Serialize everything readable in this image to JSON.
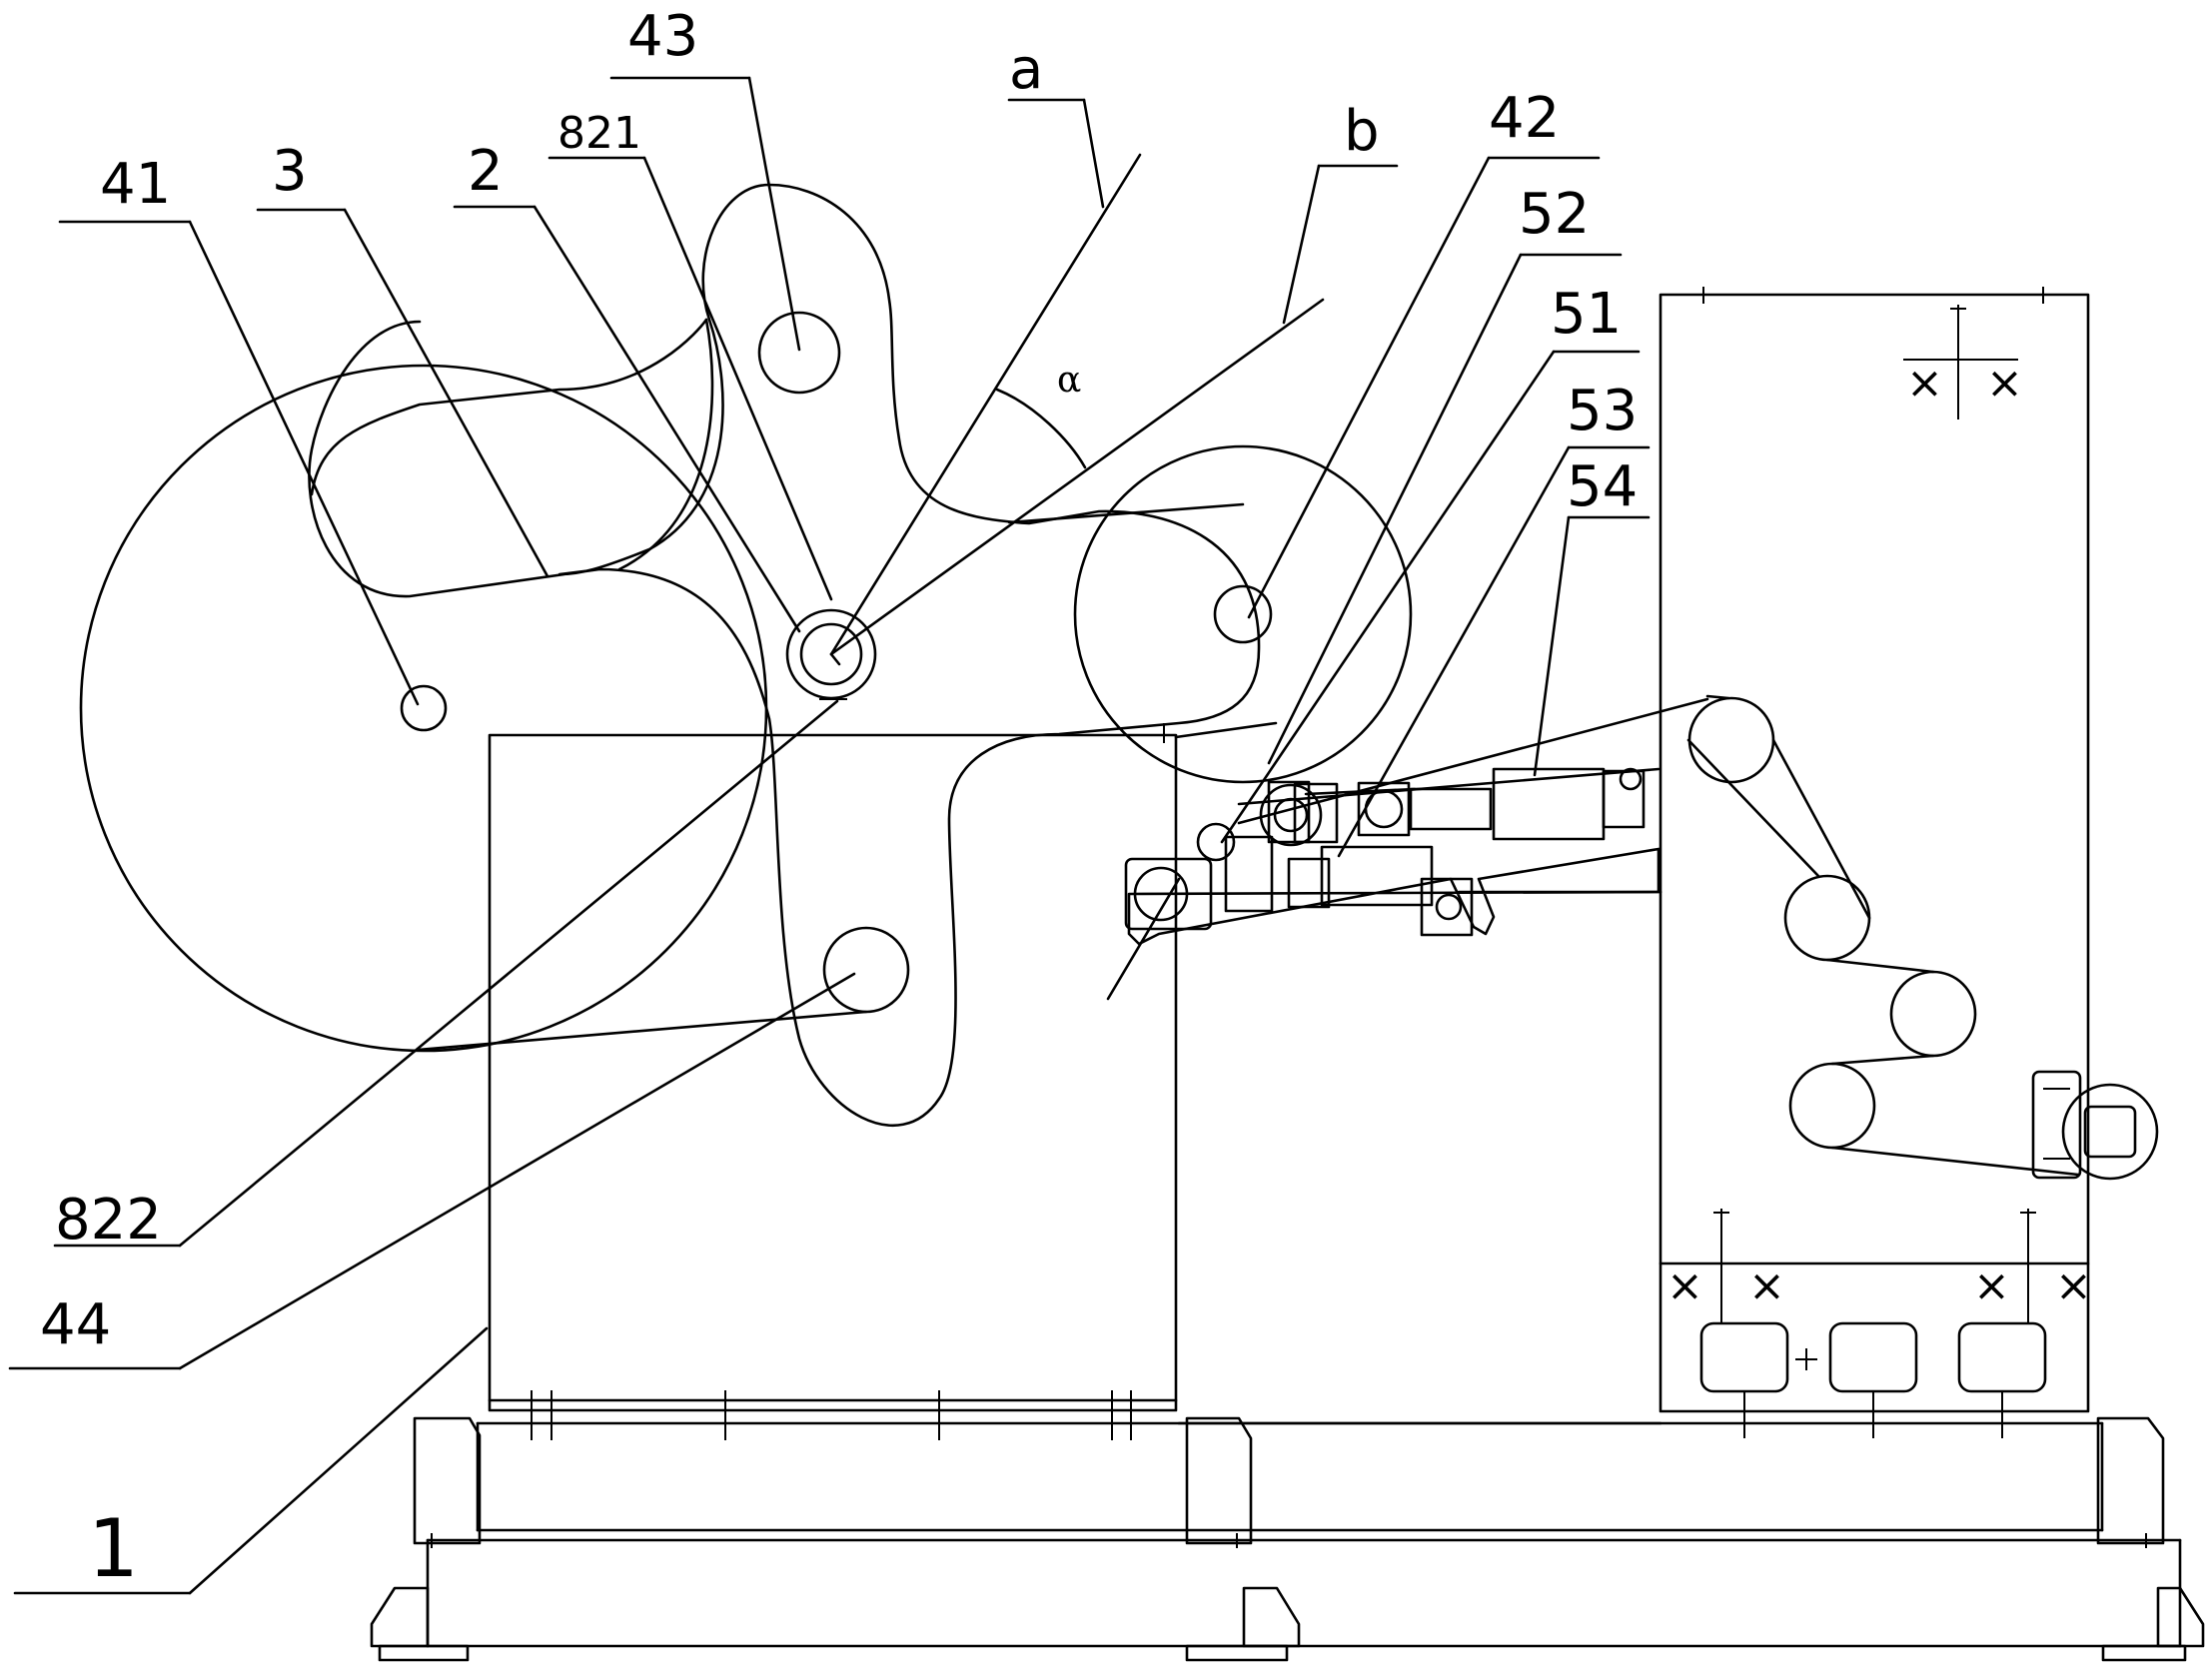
{
  "labels": {
    "l41": "41",
    "l3": "3",
    "l2": "2",
    "l821": "821",
    "l43": "43",
    "la": "a",
    "lb": "b",
    "l42": "42",
    "l52": "52",
    "l51": "51",
    "l53": "53",
    "l54": "54",
    "l822": "822",
    "l44": "44",
    "l1": "1",
    "alpha": "α"
  },
  "colors": {
    "ink": "#000000",
    "paper": "#ffffff"
  }
}
